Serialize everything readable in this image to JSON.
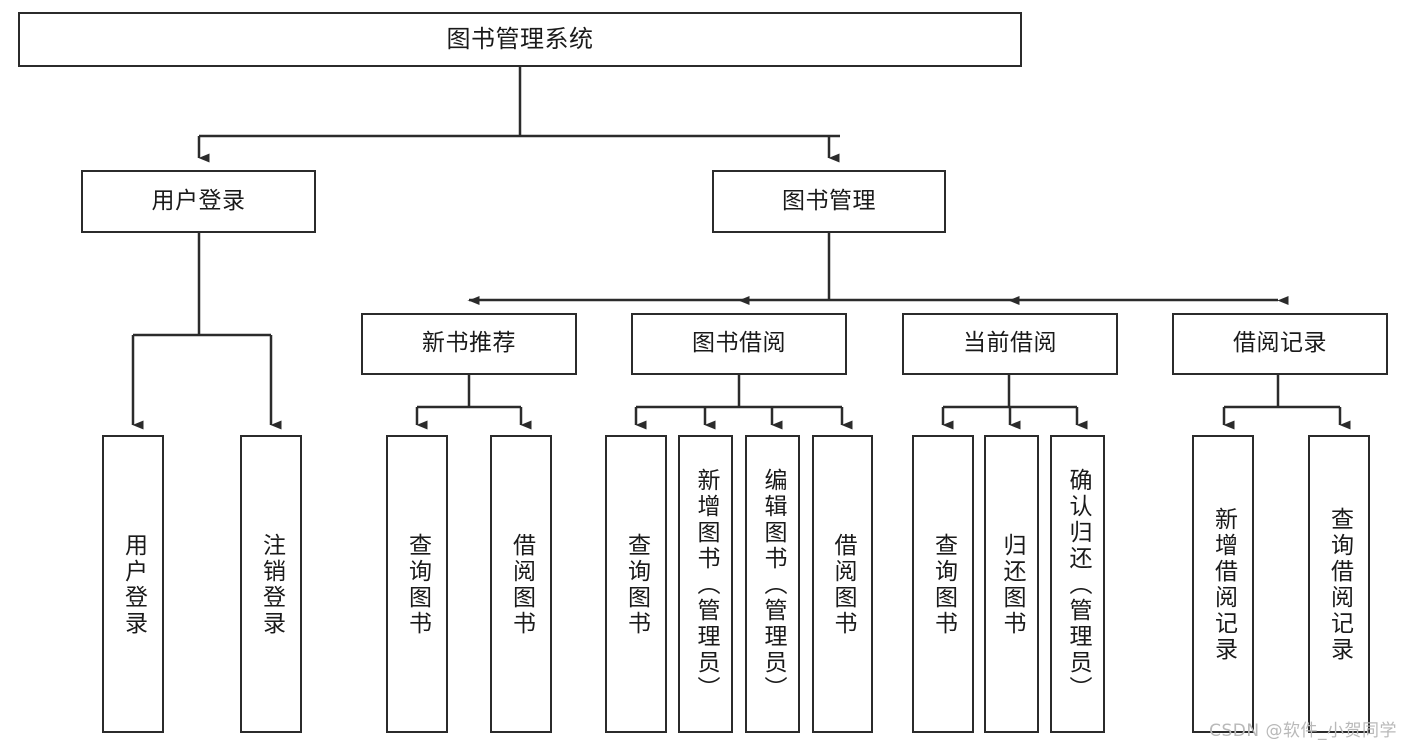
{
  "diagram": {
    "title": "图书管理系统",
    "type": "tree-hierarchy-diagram",
    "colors": {
      "box_border": "#2b2b2b",
      "box_fill": "#ffffff",
      "connector": "#2b2b2b",
      "text": "#1a1a1a",
      "watermark": "#b9b9b9"
    },
    "root": {
      "label": "图书管理系统"
    },
    "level2": [
      {
        "label": "用户登录"
      },
      {
        "label": "图书管理"
      }
    ],
    "level3": [
      {
        "label": "新书推荐"
      },
      {
        "label": "图书借阅"
      },
      {
        "label": "当前借阅"
      },
      {
        "label": "借阅记录"
      }
    ],
    "leaves": {
      "user_login": [
        {
          "label": "用户登录"
        },
        {
          "label": "注销登录"
        }
      ],
      "new_book_recommend": [
        {
          "label": "查询图书"
        },
        {
          "label": "借阅图书"
        }
      ],
      "book_borrow": [
        {
          "label": "查询图书"
        },
        {
          "label": "新增图书（管理员）"
        },
        {
          "label": "编辑图书（管理员）"
        },
        {
          "label": "借阅图书"
        }
      ],
      "current_borrow": [
        {
          "label": "查询图书"
        },
        {
          "label": "归还图书"
        },
        {
          "label": "确认归还（管理员）"
        }
      ],
      "borrow_record": [
        {
          "label": "新增借阅记录"
        },
        {
          "label": "查询借阅记录"
        }
      ]
    },
    "watermark": "CSDN @软件_小贺同学"
  }
}
